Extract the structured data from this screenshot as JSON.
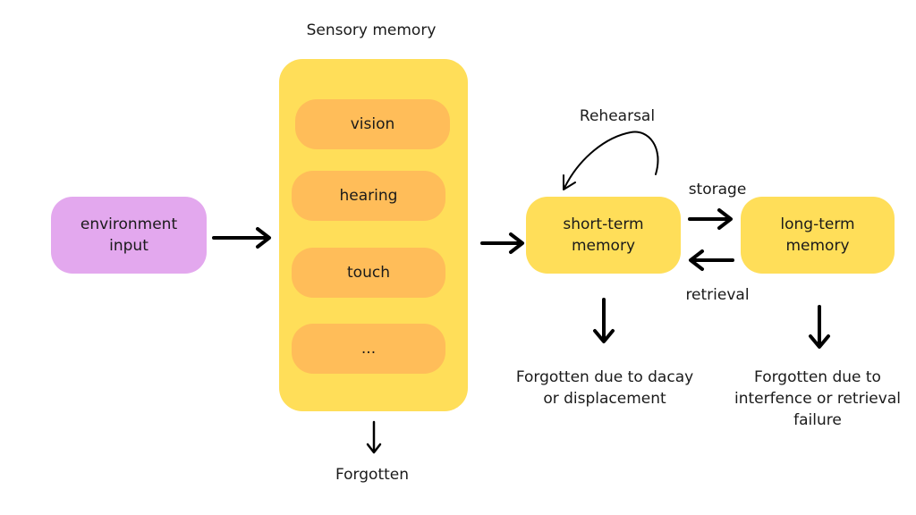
{
  "colors": {
    "environment_fill": "#e3a8ee",
    "sensory_fill": "#ffde59",
    "sensory_item_fill": "#ffbd59",
    "memory_fill": "#ffde59",
    "arrow": "#000000",
    "text": "#1a1a1a"
  },
  "sensory": {
    "title": "Sensory memory",
    "items": [
      "vision",
      "hearing",
      "touch",
      "..."
    ],
    "forgotten": "Forgotten"
  },
  "environment": {
    "line1": "environment",
    "line2": "input"
  },
  "short_term": {
    "line1": "short-term",
    "line2": "memory",
    "forgotten_line1": "Forgotten due to dacay",
    "forgotten_line2": "or displacement"
  },
  "long_term": {
    "line1": "long-term",
    "line2": "memory",
    "forgotten_line1": "Forgotten due to",
    "forgotten_line2": "interfence or retrieval",
    "forgotten_line3": "failure"
  },
  "labels": {
    "rehearsal": "Rehearsal",
    "storage": "storage",
    "retrieval": "retrieval"
  }
}
